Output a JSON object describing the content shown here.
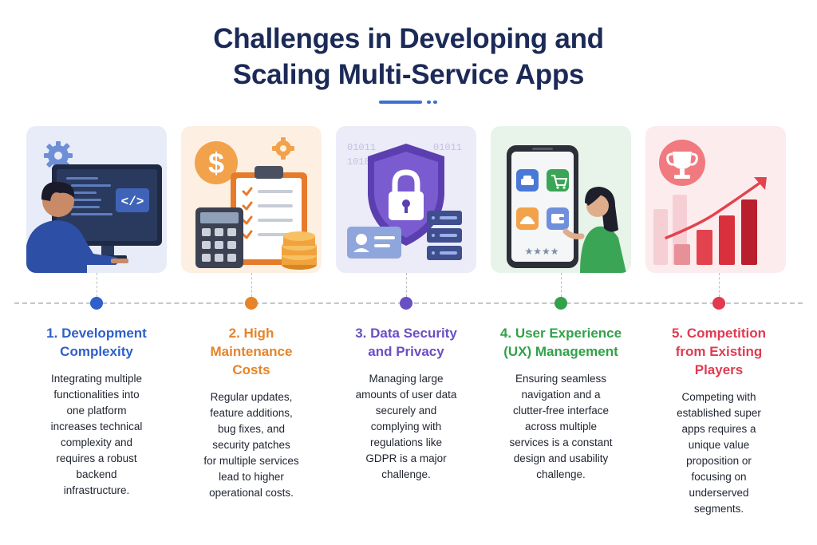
{
  "header": {
    "title_line1": "Challenges in Developing and",
    "title_line2": "Scaling Multi-Service Apps"
  },
  "colors": {
    "title": "#1b2a57",
    "step1": "#2f5fc9",
    "step2": "#e5842a",
    "step3": "#6a4fc3",
    "step4": "#33a14a",
    "step5": "#e03b50"
  },
  "steps": [
    {
      "title_lines": [
        "1. Development",
        "Complexity"
      ],
      "desc_lines": [
        "Integrating multiple",
        "functionalities into",
        "one platform",
        "increases technical",
        "complexity and",
        "requires a robust",
        "backend",
        "infrastructure."
      ],
      "code_glyph": "</>"
    },
    {
      "title_lines": [
        "2. High",
        "Maintenance",
        "Costs"
      ],
      "desc_lines": [
        "Regular updates,",
        "feature additions,",
        "bug fixes, and",
        "security patches",
        "for multiple services",
        "lead to higher",
        "operational costs."
      ],
      "currency_glyph": "$"
    },
    {
      "title_lines": [
        "3. Data Security",
        "and Privacy"
      ],
      "desc_lines": [
        "Managing large",
        "amounts of user data",
        "securely and",
        "complying with",
        "regulations like",
        "GDPR is a major",
        "challenge."
      ],
      "binary_lines": [
        "01011",
        "10101",
        "01011"
      ]
    },
    {
      "title_lines": [
        "4. User Experience",
        "(UX) Management"
      ],
      "desc_lines": [
        "Ensuring seamless",
        "navigation and a",
        "clutter-free interface",
        "across multiple",
        "services is a constant",
        "design and usability",
        "challenge."
      ],
      "rating_stars": "★★★★"
    },
    {
      "title_lines": [
        "5. Competition",
        "from Existing",
        "Players"
      ],
      "desc_lines": [
        "Competing with",
        "established super",
        "apps requires a",
        "unique value",
        "proposition or",
        "focusing on",
        "underserved",
        "segments."
      ]
    }
  ]
}
